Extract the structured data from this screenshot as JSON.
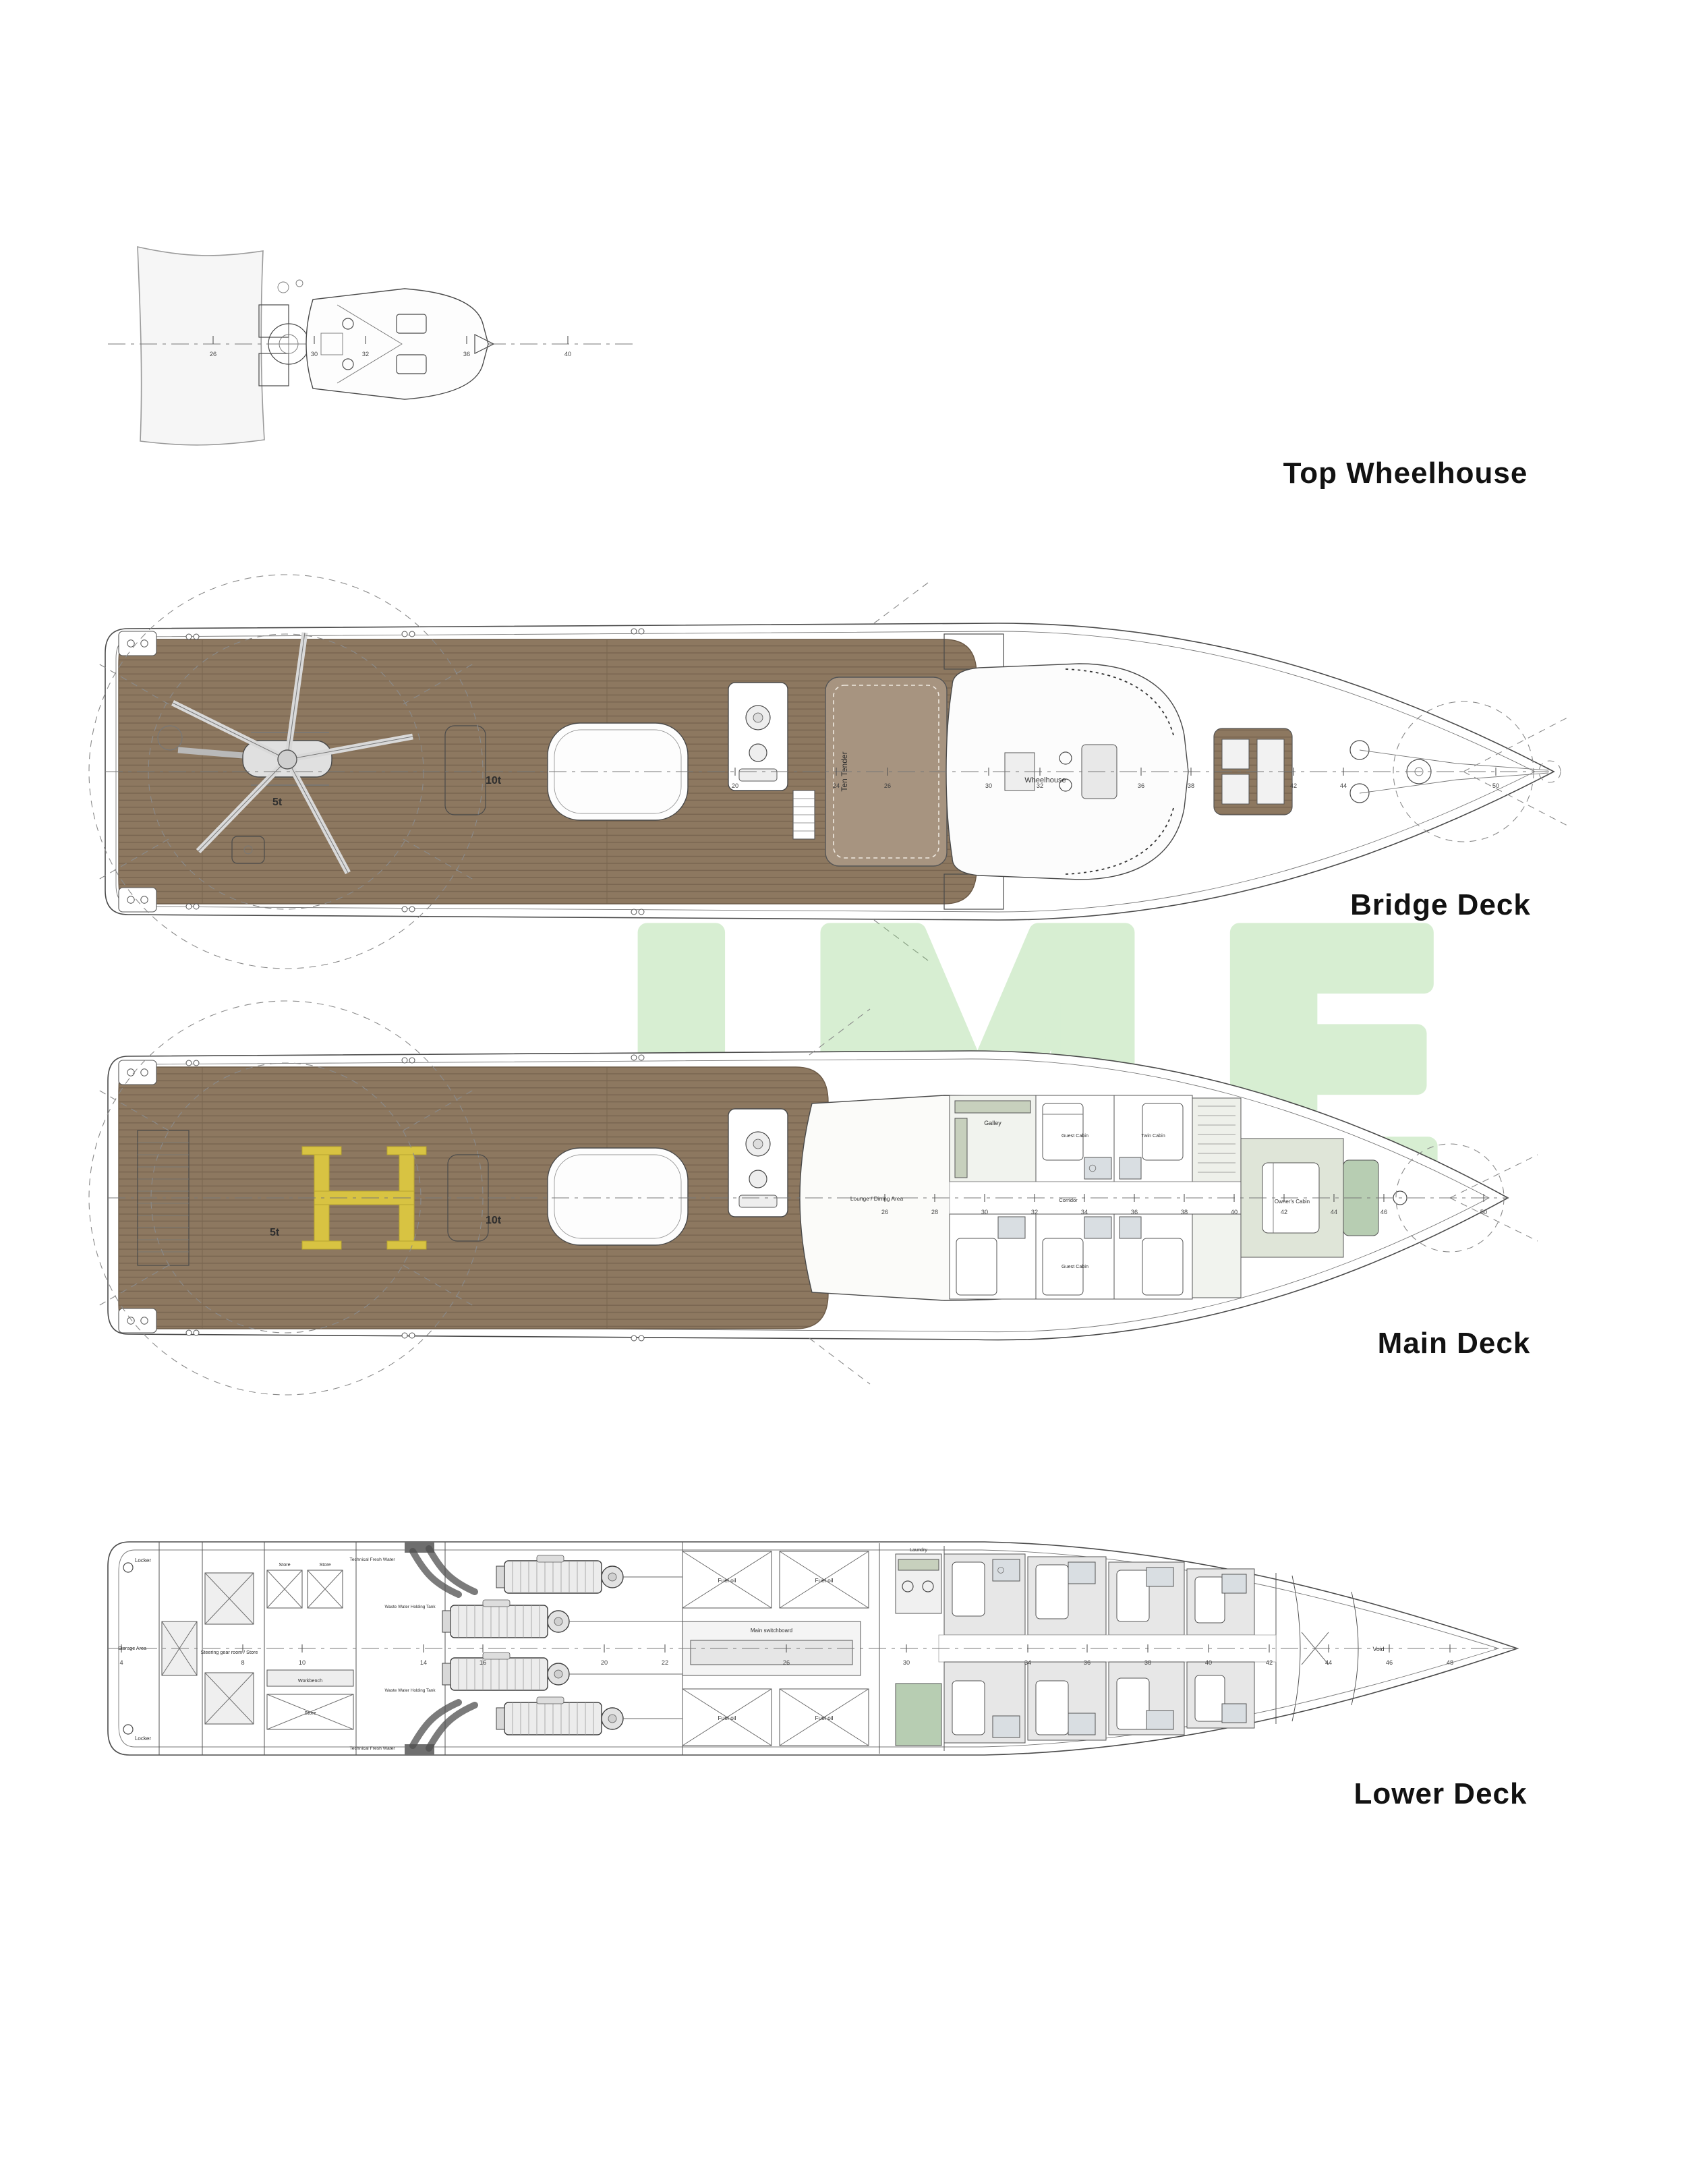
{
  "watermark": {
    "text": "IME",
    "color": "#7cc96c"
  },
  "deck_labels": {
    "top_wheelhouse": "Top Wheelhouse",
    "bridge": "Bridge Deck",
    "main": "Main Deck",
    "lower": "Lower Deck"
  },
  "colors": {
    "teak": "#8d7860",
    "teak_line": "#77644f",
    "helipad_yellow": "#d8c342",
    "room_green": "#b7cdb2",
    "room_sage": "#c7d0bd",
    "cabin_grey": "#e7e7e7",
    "label_ink": "#121212"
  },
  "top_wheelhouse": {
    "frames": [
      "26",
      "30",
      "32",
      "36",
      "40"
    ]
  },
  "bridge_deck": {
    "helipad_swl": "5t",
    "crane_swl": "10t",
    "wheelhouse": "Wheelhouse",
    "tender": "Ten Tender",
    "frames": [
      "20",
      "24",
      "26",
      "30",
      "32",
      "36",
      "38",
      "42",
      "44",
      "50"
    ]
  },
  "main_deck": {
    "helipad_swl": "5t",
    "crane_swl": "10t",
    "rooms": {
      "galley": "Galley",
      "lounge": "Lounge / Dining Area",
      "corridor": "Corridor",
      "guest_top": "Guest Cabin",
      "twin_top": "Twin Cabin",
      "guest_bottom": "Guest Cabin",
      "owner": "Owner's Cabin"
    },
    "frames": [
      "26",
      "28",
      "30",
      "32",
      "34",
      "36",
      "38",
      "40",
      "42",
      "44",
      "46",
      "50"
    ]
  },
  "lower_deck": {
    "rooms": {
      "locker_top": "Locker",
      "locker_bottom": "Locker",
      "storage_area": "Storage Area",
      "steering": "Steering gear room / Store",
      "store_top_1": "Store",
      "store_top_2": "Store",
      "workbench": "Workbench",
      "store_bottom": "Store",
      "tech_fresh_top": "Technical Fresh Water",
      "tech_fresh_bottom": "Technical Fresh Water",
      "waste_top": "Waste Water Holding Tank",
      "waste_bottom": "Waste Water Holding Tank",
      "fuel_1": "Fuel oil",
      "fuel_2": "Fuel oil",
      "fuel_3": "Fuel oil",
      "fuel_4": "Fuel oil",
      "switchboard": "Main switchboard",
      "laundry": "Laundry",
      "void": "Void"
    },
    "frames": [
      "4",
      "8",
      "10",
      "14",
      "16",
      "20",
      "22",
      "26",
      "30",
      "34",
      "36",
      "38",
      "40",
      "42",
      "44",
      "46",
      "48"
    ]
  }
}
